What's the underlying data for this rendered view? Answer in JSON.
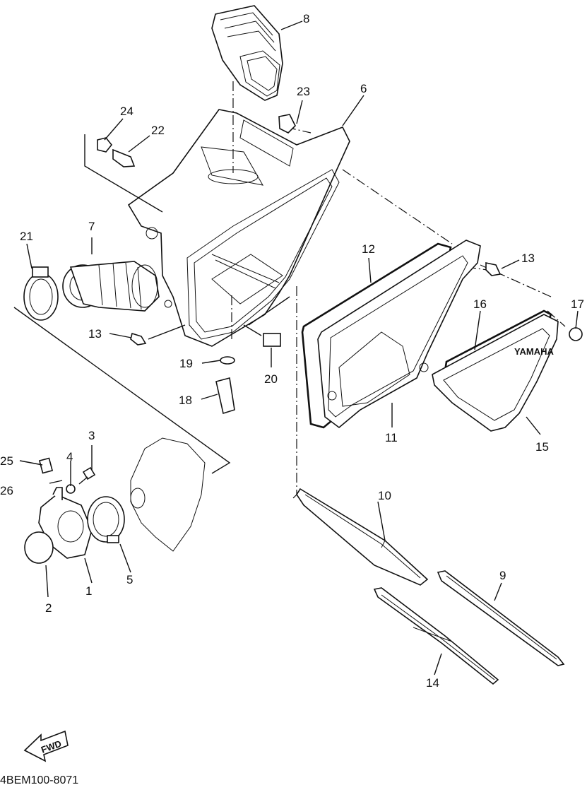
{
  "diagram": {
    "callouts": [
      {
        "id": "c1",
        "text": "1"
      },
      {
        "id": "c2",
        "text": "2"
      },
      {
        "id": "c3",
        "text": "3"
      },
      {
        "id": "c4",
        "text": "4"
      },
      {
        "id": "c5",
        "text": "5"
      },
      {
        "id": "c6",
        "text": "6"
      },
      {
        "id": "c7",
        "text": "7"
      },
      {
        "id": "c8",
        "text": "8"
      },
      {
        "id": "c9",
        "text": "9"
      },
      {
        "id": "c10",
        "text": "10"
      },
      {
        "id": "c11",
        "text": "11"
      },
      {
        "id": "c12",
        "text": "12"
      },
      {
        "id": "c13a",
        "text": "13"
      },
      {
        "id": "c13b",
        "text": "13"
      },
      {
        "id": "c14",
        "text": "14"
      },
      {
        "id": "c15",
        "text": "15"
      },
      {
        "id": "c16",
        "text": "16"
      },
      {
        "id": "c17",
        "text": "17"
      },
      {
        "id": "c18",
        "text": "18"
      },
      {
        "id": "c19",
        "text": "19"
      },
      {
        "id": "c20",
        "text": "20"
      },
      {
        "id": "c21",
        "text": "21"
      },
      {
        "id": "c22",
        "text": "22"
      },
      {
        "id": "c23",
        "text": "23"
      },
      {
        "id": "c24",
        "text": "24"
      },
      {
        "id": "c25",
        "text": "25"
      },
      {
        "id": "c26",
        "text": "26"
      }
    ],
    "fwd_label": "FWD",
    "cover_brand": "YAMAHA",
    "drawing_code": "4BEM100-8071"
  }
}
